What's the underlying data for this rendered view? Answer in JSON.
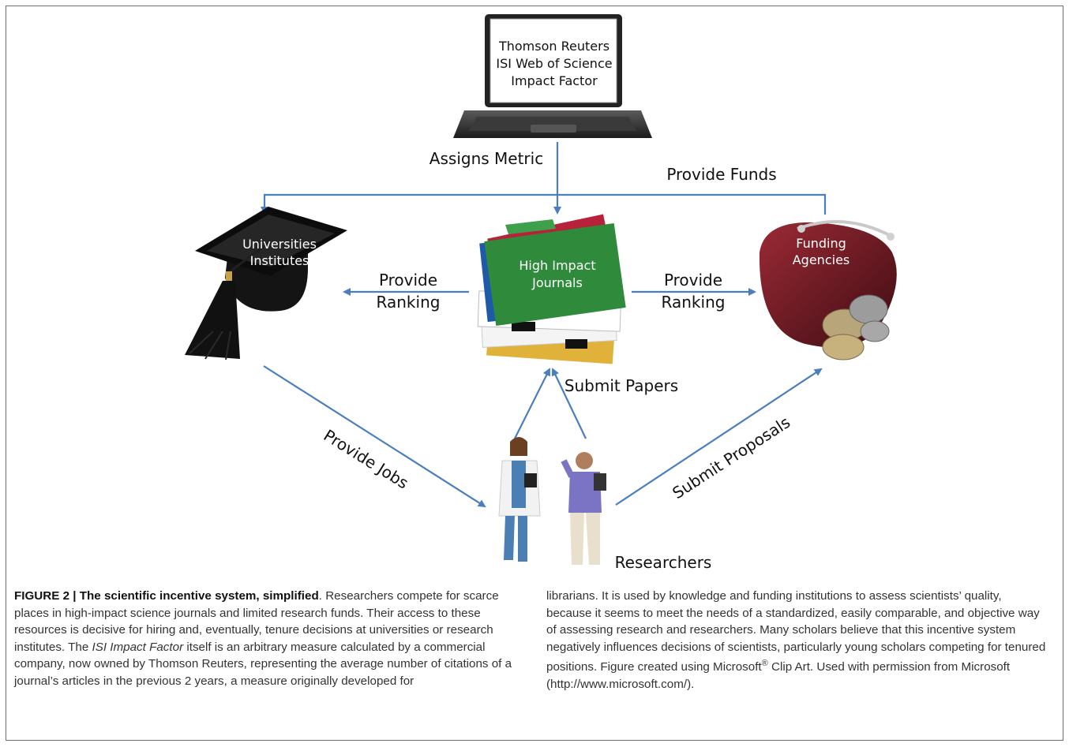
{
  "diagram": {
    "laptop_screen_lines": [
      "Thomson Reuters",
      "ISI Web of Science",
      "Impact Factor"
    ],
    "nodes": {
      "universities": [
        "Universities",
        "Institutes"
      ],
      "journals": [
        "High Impact",
        "Journals"
      ],
      "funding": [
        "Funding",
        "Agencies"
      ],
      "researchers": "Researchers"
    },
    "edges": {
      "assigns_metric": "Assigns Metric",
      "provide_funds": "Provide Funds",
      "provide_ranking_left": [
        "Provide",
        "Ranking"
      ],
      "provide_ranking_right": [
        "Provide",
        "Ranking"
      ],
      "submit_papers": "Submit Papers",
      "provide_jobs": "Provide Jobs",
      "submit_proposals": "Submit Proposals"
    },
    "colors": {
      "arrow": "#4a7ebf",
      "folder_green": "#2f8a3c",
      "cap_black": "#111111",
      "purse_red": "#6e1a22"
    }
  },
  "caption": {
    "title": "FIGURE 2 | The scientific incentive system, simplified",
    "left": {
      "p1": ". Researchers compete for scarce places in high-impact science journals and limited research funds. Their access to these resources is decisive for hiring and, eventually, tenure decisions at universities or research institutes. The ",
      "italic": "ISI Impact Factor",
      "p2": " itself is an arbitrary measure calculated by a commercial company, now owned by Thomson Reuters, representing the average number of citations of a journal’s articles in the previous 2 years, a measure originally developed for"
    },
    "right": {
      "p1": "librarians. It is used by knowledge and funding institutions to assess scientists’ quality, because it seems to meet the needs of a standardized, easily comparable, and objective way of assessing research and researchers. Many scholars believe that this incentive system negatively influences decisions of scientists, particularly young scholars competing for tenured positions. Figure created using Microsoft",
      "reg": "®",
      "p2": " Clip Art. Used with permission from Microsoft (http://www.microsoft.com/)."
    }
  }
}
